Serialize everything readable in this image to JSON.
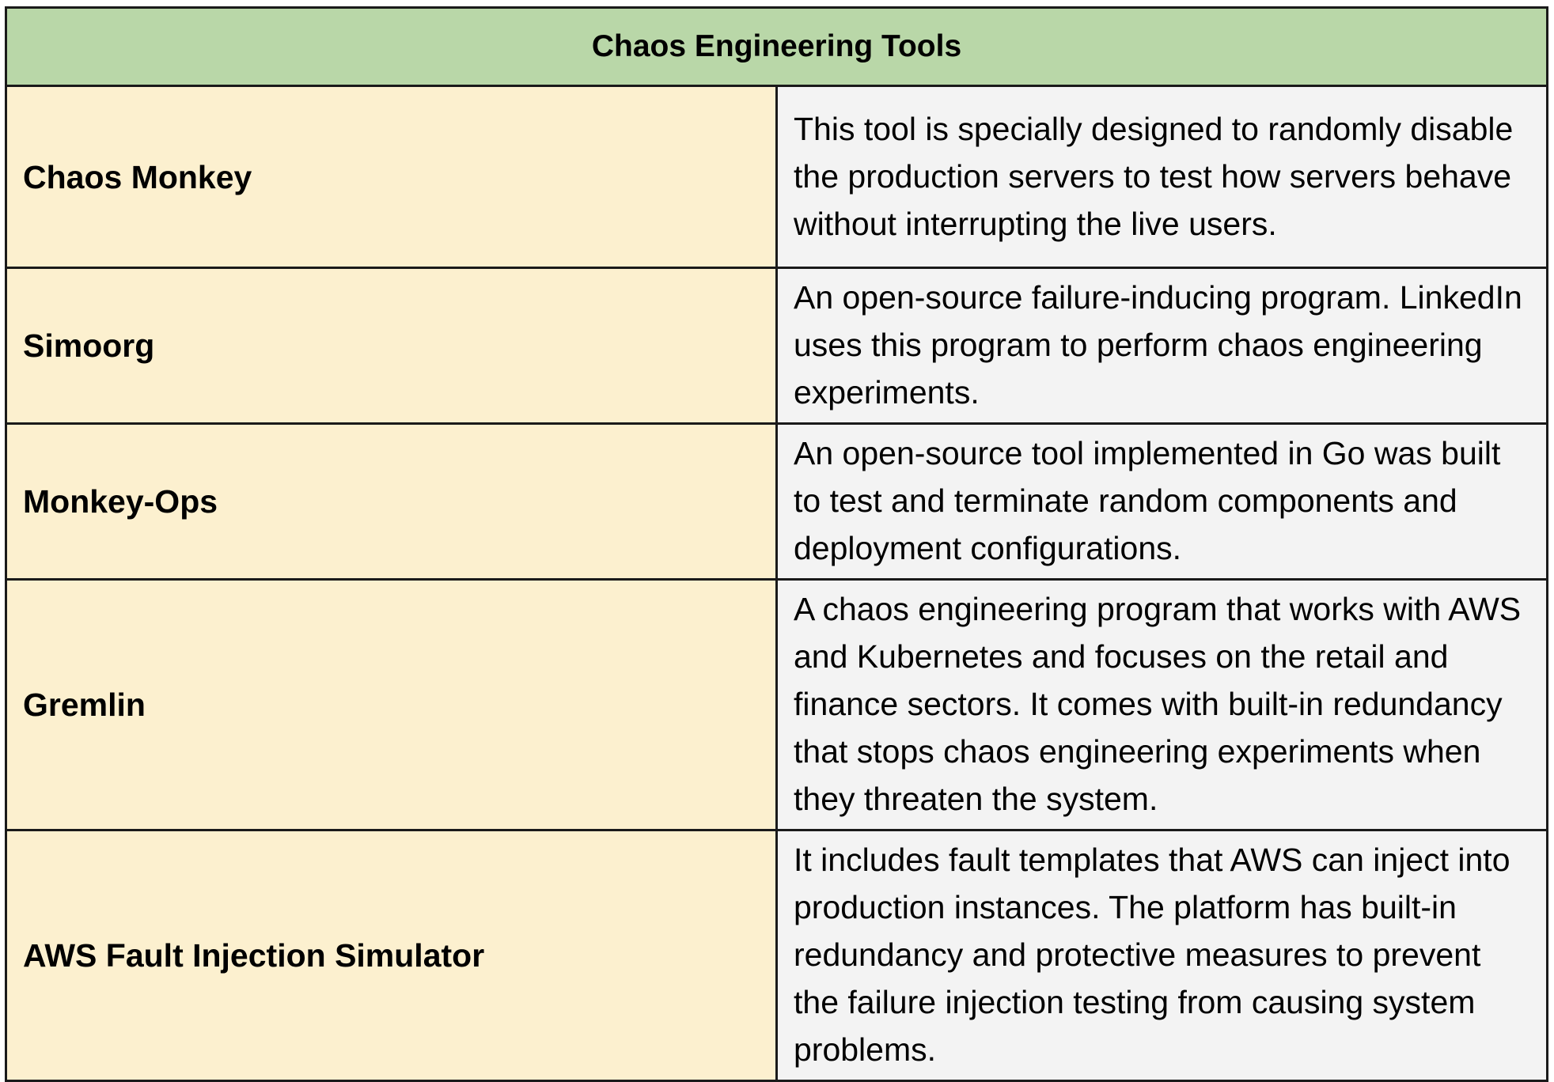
{
  "table": {
    "title": "Chaos Engineering Tools",
    "colors": {
      "header": "#b9d7a8",
      "name_column": "#fcf0cf",
      "description_column": "#f3f3f3"
    },
    "rows": [
      {
        "name": "Chaos Monkey",
        "description": "This tool is specially designed to randomly disable the production servers to test how servers behave without interrupting the live users."
      },
      {
        "name": "Simoorg",
        "description": "An open-source failure-inducing program. LinkedIn uses this program to perform chaos engineering experiments."
      },
      {
        "name": "Monkey-Ops",
        "description": "An open-source tool implemented in Go was built to test and terminate random components and deployment configurations."
      },
      {
        "name": "Gremlin",
        "description": "A chaos engineering program that works with AWS and Kubernetes and focuses on the retail and finance sectors. It comes with built-in redundancy that stops chaos engineering experiments when they threaten the system."
      },
      {
        "name": "AWS Fault Injection Simulator",
        "description": "It includes fault templates that AWS can inject into production instances. The platform has built-in redundancy and protective measures to prevent the failure injection testing from causing system problems."
      }
    ]
  }
}
